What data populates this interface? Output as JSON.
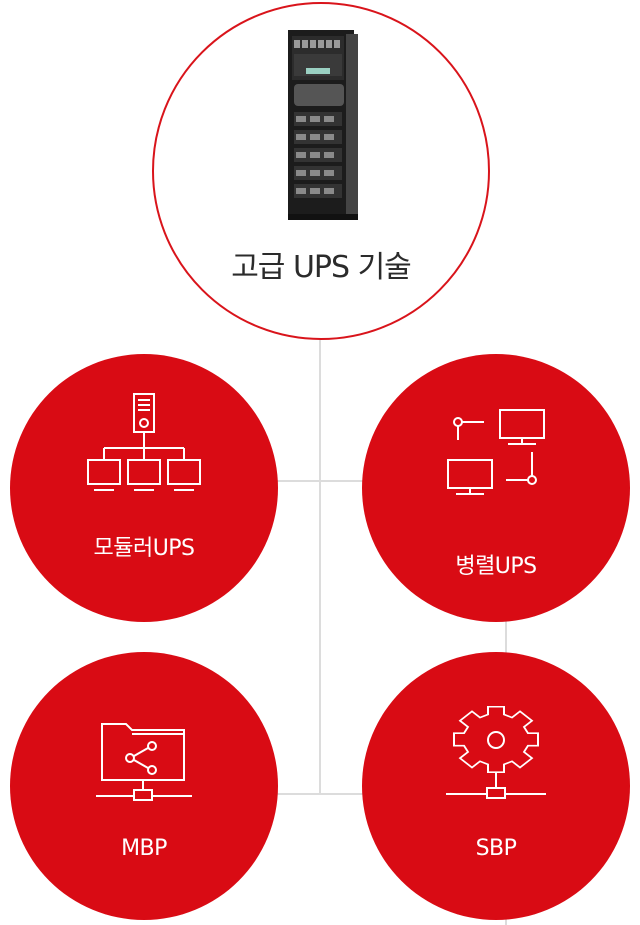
{
  "colors": {
    "accent": "#d90b14",
    "line": "#dcdcdc",
    "title_text": "#2b2b2b"
  },
  "center": {
    "title": "고급 UPS 기술",
    "image": "ups-rack-cabinet"
  },
  "nodes": [
    {
      "id": "modular",
      "label": "모듈러UPS",
      "icon": "network-hierarchy-icon"
    },
    {
      "id": "parallel",
      "label": "병렬UPS",
      "icon": "parallel-monitors-icon"
    },
    {
      "id": "mbp",
      "label": "MBP",
      "icon": "folder-share-icon"
    },
    {
      "id": "sbp",
      "label": "SBP",
      "icon": "gear-network-icon"
    }
  ]
}
